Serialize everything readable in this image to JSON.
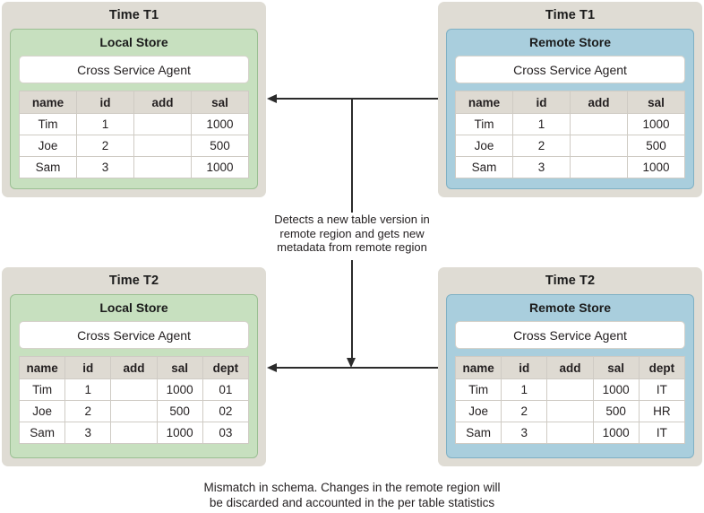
{
  "diagram": {
    "title": "Cross-region table metadata sync and schema mismatch",
    "colors": {
      "panel_background": "#dfdcd4",
      "local_store_fill": "#c7e0bf",
      "local_store_border": "#9bbf93",
      "remote_store_fill": "#a9cedd",
      "remote_store_border": "#7fb0c4",
      "table_header_fill": "#dedad2",
      "table_cell_fill": "#ffffff",
      "arrow": "#2b2b2b",
      "text": "#231f20"
    },
    "panels": [
      {
        "id": "t1-local",
        "time_label": "Time T1",
        "store_label": "Local Store",
        "store_kind": "local",
        "agent_label": "Cross Service Agent",
        "table": {
          "columns": [
            "name",
            "id",
            "add",
            "sal"
          ],
          "rows": [
            [
              "Tim",
              "1",
              "",
              "1000"
            ],
            [
              "Joe",
              "2",
              "",
              "500"
            ],
            [
              "Sam",
              "3",
              "",
              "1000"
            ]
          ]
        }
      },
      {
        "id": "t1-remote",
        "time_label": "Time T1",
        "store_label": "Remote Store",
        "store_kind": "remote",
        "agent_label": "Cross Service Agent",
        "table": {
          "columns": [
            "name",
            "id",
            "add",
            "sal"
          ],
          "rows": [
            [
              "Tim",
              "1",
              "",
              "1000"
            ],
            [
              "Joe",
              "2",
              "",
              "500"
            ],
            [
              "Sam",
              "3",
              "",
              "1000"
            ]
          ]
        }
      },
      {
        "id": "t2-local",
        "time_label": "Time T2",
        "store_label": "Local Store",
        "store_kind": "local",
        "agent_label": "Cross Service Agent",
        "table": {
          "columns": [
            "name",
            "id",
            "add",
            "sal",
            "dept"
          ],
          "rows": [
            [
              "Tim",
              "1",
              "",
              "1000",
              "01"
            ],
            [
              "Joe",
              "2",
              "",
              "500",
              "02"
            ],
            [
              "Sam",
              "3",
              "",
              "1000",
              "03"
            ]
          ]
        }
      },
      {
        "id": "t2-remote",
        "time_label": "Time T2",
        "store_label": "Remote Store",
        "store_kind": "remote",
        "agent_label": "Cross Service Agent",
        "table": {
          "columns": [
            "name",
            "id",
            "add",
            "sal",
            "dept"
          ],
          "rows": [
            [
              "Tim",
              "1",
              "",
              "1000",
              "IT"
            ],
            [
              "Joe",
              "2",
              "",
              "500",
              "HR"
            ],
            [
              "Sam",
              "3",
              "",
              "1000",
              "IT"
            ]
          ]
        }
      }
    ],
    "annotations": {
      "middle_note_line1": "Detects a new table version in",
      "middle_note_line2": "remote region and gets new",
      "middle_note_line3": "metadata from remote region",
      "bottom_note_line1": "Mismatch in schema. Changes in the remote region will",
      "bottom_note_line2": "be discarded and accounted in the per table statistics"
    },
    "connectors": [
      {
        "id": "t1-remote-to-local",
        "direction": "left",
        "label": ""
      },
      {
        "id": "t1-to-t2-vertical",
        "direction": "down",
        "label": ""
      },
      {
        "id": "t2-remote-to-local",
        "direction": "left",
        "label": ""
      }
    ]
  }
}
